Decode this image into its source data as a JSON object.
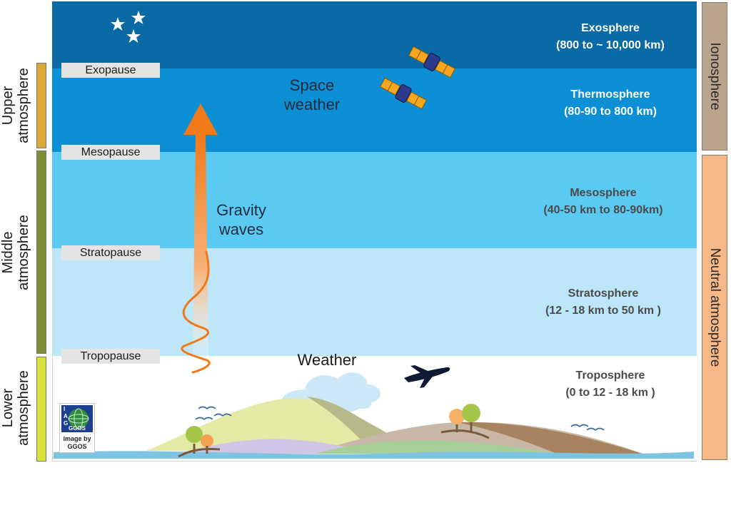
{
  "layers": [
    {
      "id": "exosphere",
      "name": "Exosphere",
      "range": "(800 to ~ 10,000 km)",
      "color": "#0a6aa6",
      "text_color": "#ffffff"
    },
    {
      "id": "thermosphere",
      "name": "Thermosphere",
      "range": "(80-90 to 800 km)",
      "color": "#0d8fd6",
      "text_color": "#ffffff"
    },
    {
      "id": "mesosphere",
      "name": "Mesosphere",
      "range": "(40-50 km to 80-90km)",
      "color": "#5bcaf3",
      "text_color": "#4a4a4a"
    },
    {
      "id": "stratosphere",
      "name": "Stratosphere",
      "range": "(12 - 18 km to 50 km )",
      "color": "#bde6f8",
      "text_color": "#4a4a4a"
    },
    {
      "id": "troposphere",
      "name": "Troposphere",
      "range": "(0 to 12 - 18 km )",
      "color": "#ffffff",
      "text_color": "#4a4a4a"
    }
  ],
  "pauses": {
    "exopause": "Exopause",
    "mesopause": "Mesopause",
    "stratopause": "Stratopause",
    "tropopause": "Tropopause"
  },
  "left_groups": {
    "upper": {
      "line1": "Upper",
      "line2": "atmosphere",
      "color": "#d9aa3a"
    },
    "middle": {
      "line1": "Middle",
      "line2": "atmosphere",
      "color": "#7b8f3a"
    },
    "lower": {
      "line1": "Lower",
      "line2": "atmosphere",
      "color": "#d7e33a"
    }
  },
  "right_groups": {
    "ionosphere": {
      "label": "Ionosphere",
      "color": "#b9a58e"
    },
    "neutral": {
      "label": "Neutral atmosphere",
      "color": "#f6b887"
    }
  },
  "annotations": {
    "space_weather_1": "Space",
    "space_weather_2": "weather",
    "gravity_waves_1": "Gravity",
    "gravity_waves_2": "waves",
    "weather": "Weather"
  },
  "logo": {
    "text1": "I",
    "text2": "A",
    "text3": "G",
    "text4": "GGOS",
    "credit1": "image by",
    "credit2": "GGOS"
  },
  "icons": [
    "star-icon",
    "satellite-icon",
    "airplane-icon",
    "cloud-icon",
    "bird-icon",
    "tree-icon",
    "arrow-up-icon",
    "wave-icon"
  ]
}
